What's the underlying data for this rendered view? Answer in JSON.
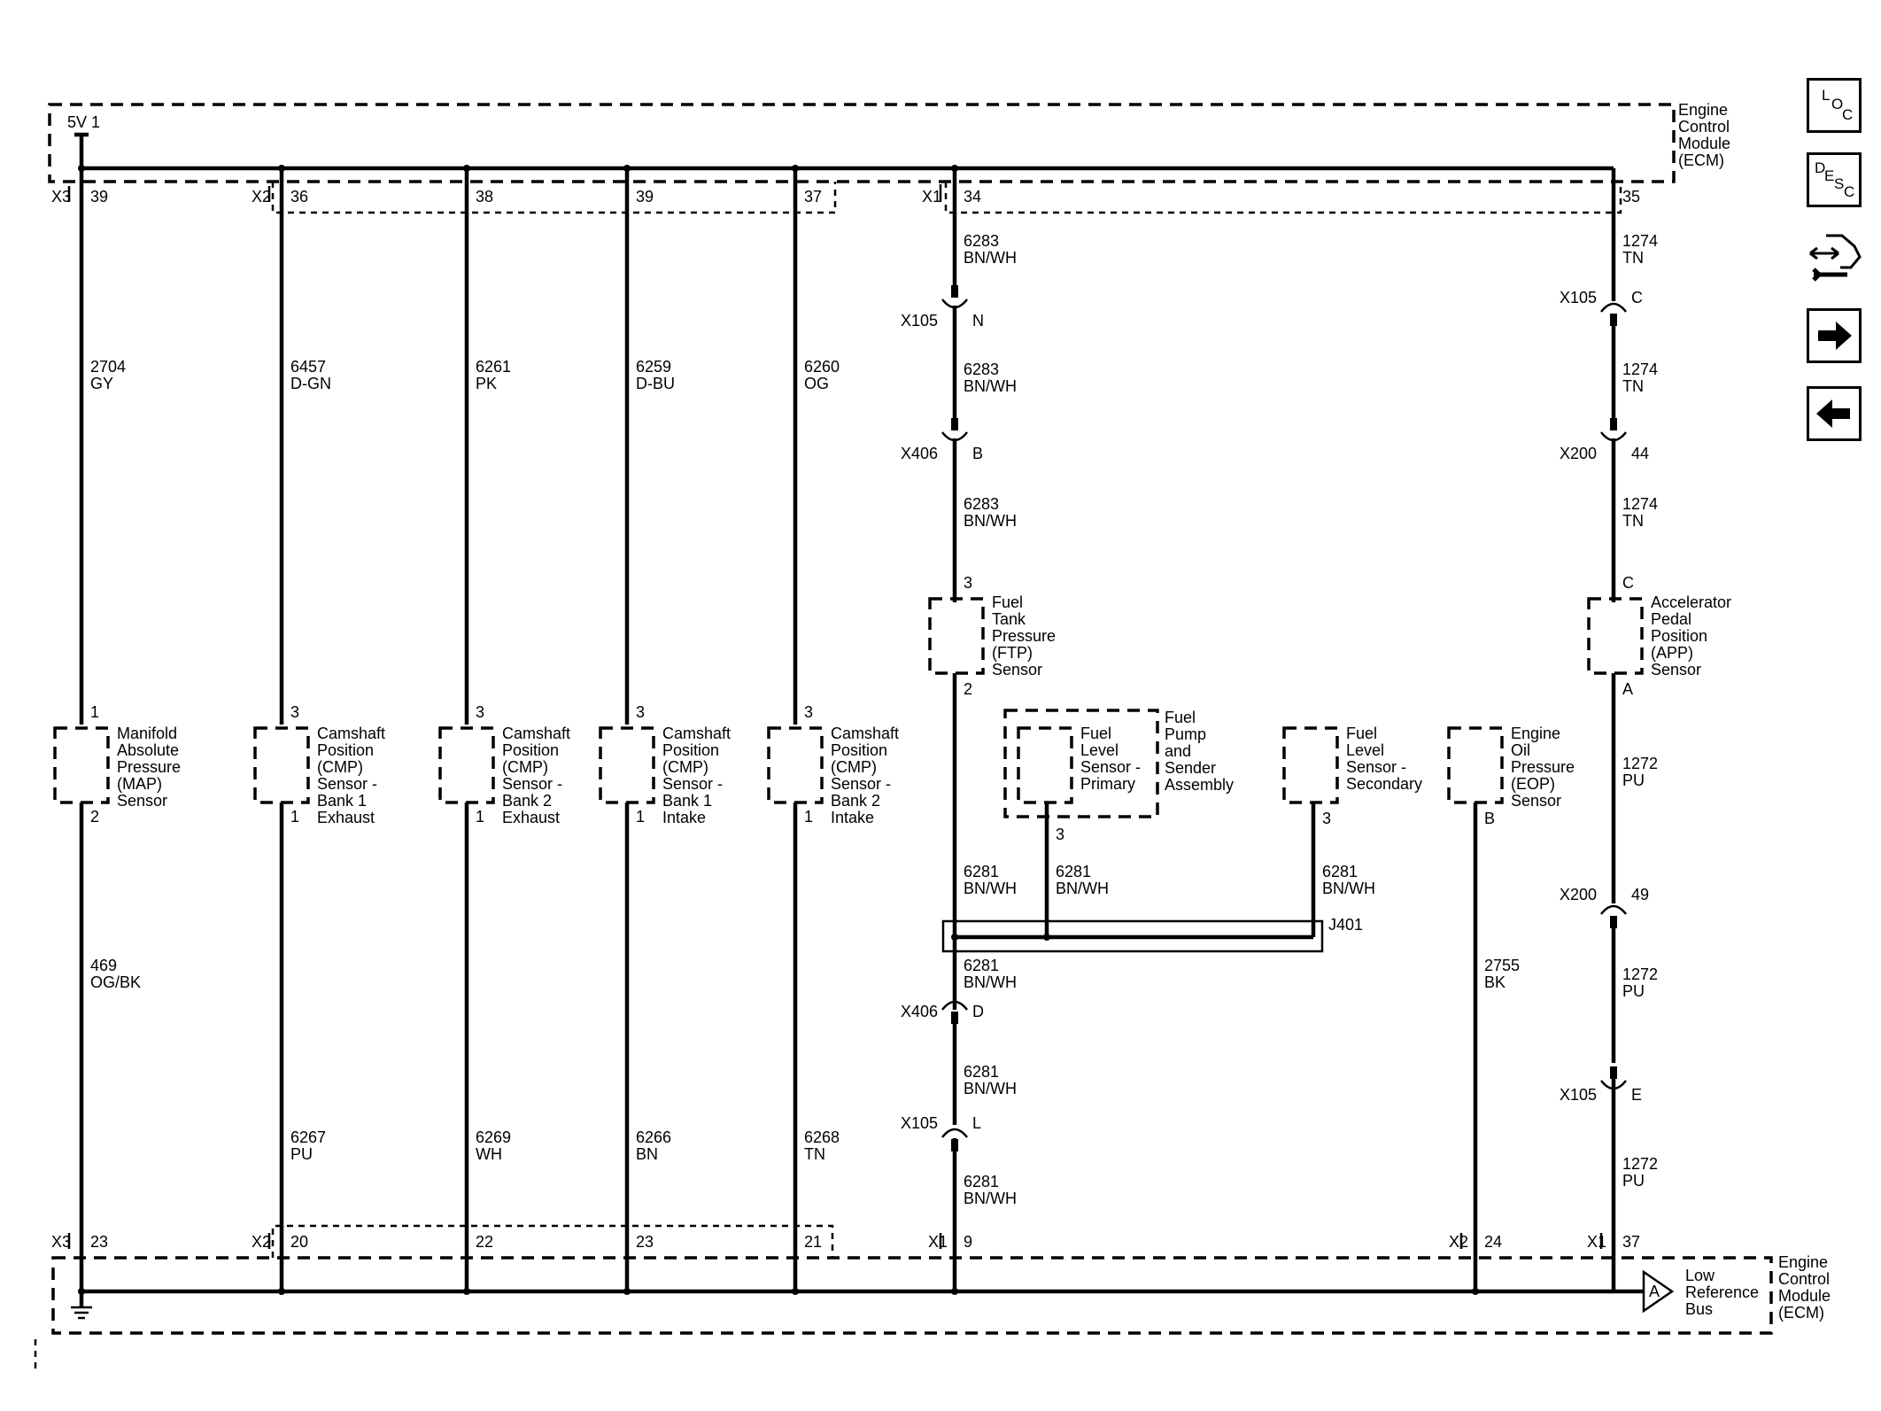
{
  "ecm": {
    "name_lines": [
      "Engine",
      "Control",
      "Module",
      "(ECM)"
    ],
    "supply": "5V",
    "supply_pin": "1"
  },
  "circuits": [
    {
      "top_conn": "X3",
      "top_pin": "39",
      "wire_num": "2704",
      "wire_color": "GY",
      "sensor_top_pin": "1",
      "sensor_bot_pin": "2",
      "sensor": [
        "Manifold",
        "Absolute",
        "Pressure",
        "(MAP)",
        "Sensor"
      ],
      "low_num": "469",
      "low_color": "OG/BK",
      "bot_conn": "X3",
      "bot_pin": "23"
    },
    {
      "top_conn": "X2",
      "top_pin": "36",
      "wire_num": "6457",
      "wire_color": "D-GN",
      "sensor_top_pin": "3",
      "sensor_bot_pin": "1",
      "sensor": [
        "Camshaft",
        "Position",
        "(CMP)",
        "Sensor -",
        "Bank 1",
        "Exhaust"
      ],
      "low_num": "6267",
      "low_color": "PU",
      "bot_conn": "X2",
      "bot_pin": "20"
    },
    {
      "top_conn": "",
      "top_pin": "38",
      "wire_num": "6261",
      "wire_color": "PK",
      "sensor_top_pin": "3",
      "sensor_bot_pin": "1",
      "sensor": [
        "Camshaft",
        "Position",
        "(CMP)",
        "Sensor -",
        "Bank 2",
        "Exhaust"
      ],
      "low_num": "6269",
      "low_color": "WH",
      "bot_conn": "",
      "bot_pin": "22"
    },
    {
      "top_conn": "",
      "top_pin": "39",
      "wire_num": "6259",
      "wire_color": "D-BU",
      "sensor_top_pin": "3",
      "sensor_bot_pin": "1",
      "sensor": [
        "Camshaft",
        "Position",
        "(CMP)",
        "Sensor -",
        "Bank 1",
        "Intake"
      ],
      "low_num": "6266",
      "low_color": "BN",
      "bot_conn": "",
      "bot_pin": "23"
    },
    {
      "top_conn": "",
      "top_pin": "37",
      "wire_num": "6260",
      "wire_color": "OG",
      "sensor_top_pin": "3",
      "sensor_bot_pin": "1",
      "sensor": [
        "Camshaft",
        "Position",
        "(CMP)",
        "Sensor -",
        "Bank 2",
        "Intake"
      ],
      "low_num": "6268",
      "low_color": "TN",
      "bot_conn": "",
      "bot_pin": "21"
    }
  ],
  "ftp": {
    "top_conn": "X1",
    "top_pin": "34",
    "segments": [
      {
        "num": "6283",
        "color": "BN/WH"
      },
      {
        "num": "6283",
        "color": "BN/WH"
      },
      {
        "num": "6283",
        "color": "BN/WH"
      }
    ],
    "inline1": {
      "name": "X105",
      "pin": "N"
    },
    "inline2": {
      "name": "X406",
      "pin": "B"
    },
    "sensor_top_pin": "3",
    "sensor_bot_pin": "2",
    "sensor": [
      "Fuel",
      "Tank",
      "Pressure",
      "(FTP)",
      "Sensor"
    ],
    "low_left": {
      "num": "6281",
      "color": "BN/WH"
    },
    "low_mid": {
      "num": "6281",
      "color": "BN/WH"
    },
    "low_right": {
      "num": "6281",
      "color": "BN/WH"
    },
    "splice": "J401",
    "low_segments": [
      {
        "num": "6281",
        "color": "BN/WH"
      },
      {
        "num": "6281",
        "color": "BN/WH"
      },
      {
        "num": "6281",
        "color": "BN/WH"
      }
    ],
    "inline3": {
      "name": "X406",
      "pin": "D"
    },
    "inline4": {
      "name": "X105",
      "pin": "L"
    },
    "bot_conn": "X1",
    "bot_pin": "9"
  },
  "fuel_pump": {
    "assembly": [
      "Fuel",
      "Pump",
      "and",
      "Sender",
      "Assembly"
    ],
    "primary": [
      "Fuel",
      "Level",
      "Sensor -",
      "Primary"
    ],
    "primary_pin": "3",
    "secondary": [
      "Fuel",
      "Level",
      "Sensor -",
      "Secondary"
    ],
    "secondary_pin": "3"
  },
  "eop": {
    "sensor": [
      "Engine",
      "Oil",
      "Pressure",
      "(EOP)",
      "Sensor"
    ],
    "pin": "B",
    "wire_num": "2755",
    "wire_color": "BK",
    "bot_conn": "X2",
    "bot_pin": "24"
  },
  "app": {
    "top_pin": "35",
    "seg1": {
      "num": "1274",
      "color": "TN"
    },
    "inline1": {
      "name": "X105",
      "pin": "C"
    },
    "seg2": {
      "num": "1274",
      "color": "TN"
    },
    "inline2": {
      "name": "X200",
      "pin": "44"
    },
    "seg3": {
      "num": "1274",
      "color": "TN"
    },
    "sensor_top_pin": "C",
    "sensor_bot_pin": "A",
    "sensor": [
      "Accelerator",
      "Pedal",
      "Position",
      "(APP)",
      "Sensor"
    ],
    "seg4": {
      "num": "1272",
      "color": "PU"
    },
    "inline3": {
      "name": "X200",
      "pin": "49"
    },
    "seg5": {
      "num": "1272",
      "color": "PU"
    },
    "inline4": {
      "name": "X105",
      "pin": "E"
    },
    "seg6": {
      "num": "1272",
      "color": "PU"
    },
    "bot_conn": "X1",
    "bot_pin": "37"
  },
  "bottom": {
    "ref_label": [
      "Low",
      "Reference",
      "Bus"
    ],
    "ref_letter": "A",
    "module": [
      "Engine",
      "Control",
      "Module",
      "(ECM)"
    ]
  },
  "nav": {
    "loc": [
      "L",
      "O",
      "C"
    ],
    "desc": [
      "D",
      "E",
      "S",
      "C"
    ],
    "connector_icon": "connector-end-view-icon",
    "next_icon": "arrow-right-icon",
    "prev_icon": "arrow-left-icon"
  }
}
